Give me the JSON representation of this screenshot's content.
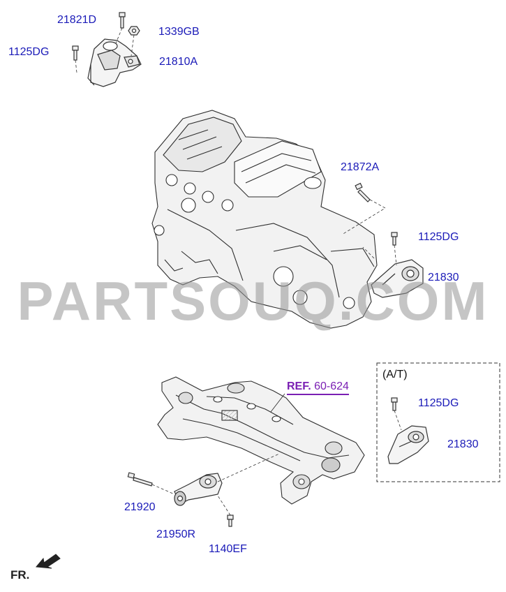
{
  "watermark": "PARTSOUQ.COM",
  "reference": {
    "prefix": "REF.",
    "code": "60-624"
  },
  "variant_label": "(A/T)",
  "direction_label": "FR.",
  "parts": {
    "p21821D": "21821D",
    "p1339GB": "1339GB",
    "p1125DG_top": "1125DG",
    "p21810A": "21810A",
    "p21872A": "21872A",
    "p1125DG_mid": "1125DG",
    "p21830_mid": "21830",
    "p1125DG_at": "1125DG",
    "p21830_at": "21830",
    "p21920": "21920",
    "p21950R": "21950R",
    "p1140EF": "1140EF"
  },
  "colors": {
    "part_label": "#1a1ab8",
    "reference": "#7a1fb3",
    "line_art": "#333333"
  }
}
